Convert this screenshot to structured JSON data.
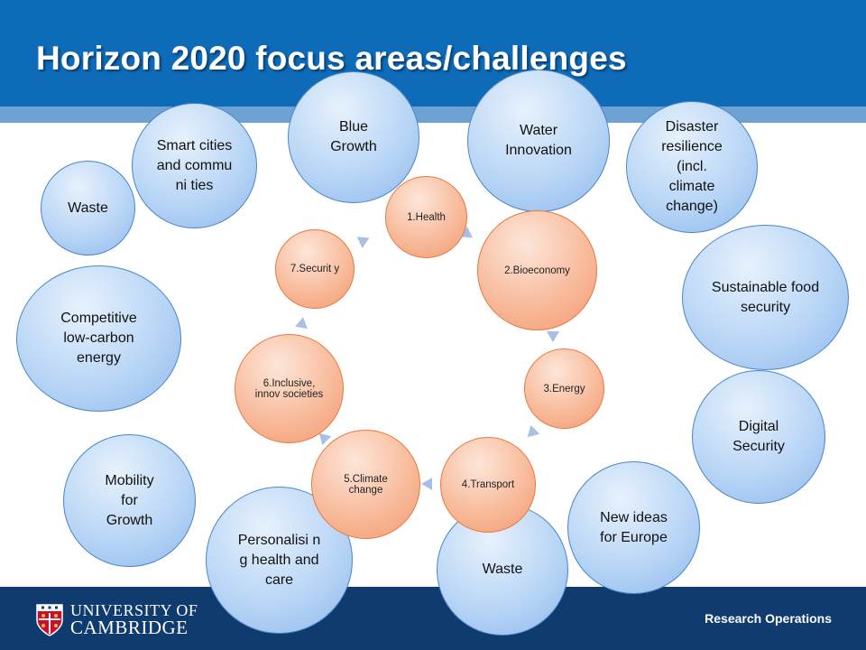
{
  "title": "Horizon 2020 focus areas/challenges",
  "footer": {
    "label": "Research Operations",
    "logo_line1": "UNIVERSITY OF",
    "logo_line2": "CAMBRIDGE"
  },
  "focus_areas": [
    "Blue Growth",
    "Water Innovation",
    "Smart cities and communi ties",
    "Disaster resilience (incl. climate change)",
    "Waste",
    "Sustainable food security",
    "Competitive low-carbon energy",
    "Digital Security",
    "Mobility for Growth",
    "New ideas for Europe",
    "Personalisi ng health and care",
    "Waste"
  ],
  "cycle": [
    "1.Health",
    "2.Bioeconomy",
    "3.Energy",
    "4.Transport",
    "5.Climate change",
    "6.Inclusive, innov societies",
    "7.Securit y"
  ],
  "colors": {
    "header": "#0d6bb8",
    "header_band": "#6ea2d3",
    "footer": "#0f3b6f",
    "blue_circle": "#b9d6f6",
    "orange_circle": "#f8bb9c"
  }
}
